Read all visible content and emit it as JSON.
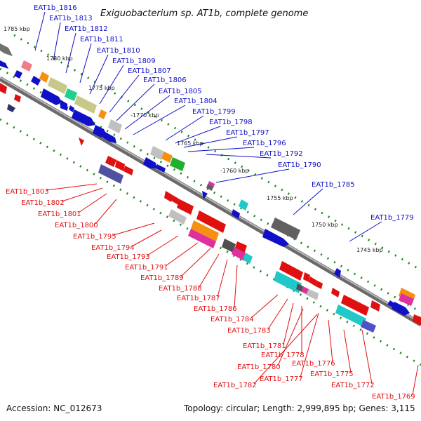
{
  "title": "Exiguobacterium sp. AT1b, complete genome",
  "footer": {
    "accession": "Accession: NC_012673",
    "summary": "Topology: circular; Length: 2,999,895 bp; Genes: 3,115"
  },
  "scale_labels": [
    "1785 kbp",
    "1780 kbp",
    "1775 kbp",
    "-1770 kbp",
    "1765 kbp",
    "-1760 kbp",
    "1755 kbp",
    "1750 kbp",
    "1745 kbp"
  ],
  "top_labels": [
    "EAT1b_1816",
    "EAT1b_1813",
    "EAT1b_1812",
    "EAT1b_1811",
    "EAT1b_1810",
    "EAT1b_1809",
    "EAT1b_1807",
    "EAT1b_1806",
    "EAT1b_1805",
    "EAT1b_1804",
    "EAT1b_1799",
    "EAT1b_1798",
    "EAT1b_1797",
    "EAT1b_1796",
    "EAT1b_1792",
    "EAT1b_1790",
    "EAT1b_1785",
    "EAT1b_1779"
  ],
  "bottom_labels": [
    "EAT1b_1803",
    "EAT1b_1802",
    "EAT1b_1801",
    "EAT1b_1800",
    "EAT1b_1795",
    "EAT1b_1794",
    "EAT1b_1793",
    "EAT1b_1791",
    "EAT1b_1789",
    "EAT1b_1788",
    "EAT1b_1787",
    "EAT1b_1786",
    "EAT1b_1784",
    "EAT1b_1783",
    "EAT1b_1781",
    "EAT1b_1778",
    "EAT1b_1780",
    "EAT1b_1777",
    "EAT1b_1776",
    "EAT1b_1775",
    "EAT1b_1782",
    "EAT1b_1772",
    "EAT1b_1769"
  ],
  "colors": {
    "forward": "#1010c8",
    "reverse": "#e01010",
    "ticks": "#1a8a1a",
    "backbone": "#808080"
  }
}
